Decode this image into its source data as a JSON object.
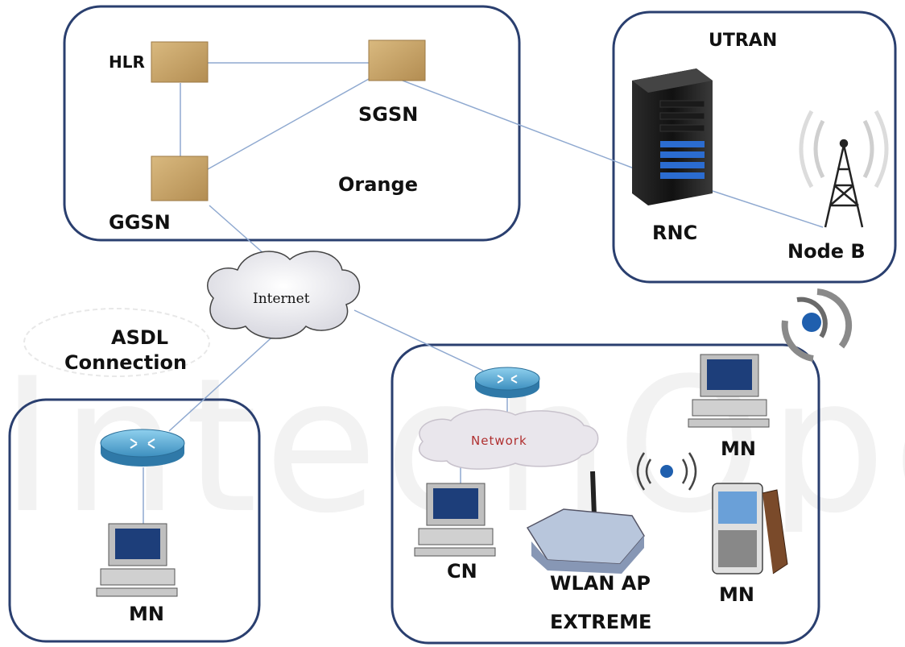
{
  "watermark": "IntechOpen",
  "labels": {
    "hlr": "HLR",
    "sgsn": "SGSN",
    "ggsn": "GGSN",
    "orange": "Orange",
    "utran": "UTRAN",
    "rnc": "RNC",
    "node_b": "Node B",
    "internet": "Internet",
    "asdl": "ASDL",
    "connection": "Connection",
    "network": "Network",
    "mn_left": "MN",
    "mn_right_top": "MN",
    "mn_right_bottom": "MN",
    "cn": "CN",
    "wlan_ap": "WLAN AP",
    "extreme": "EXTREME"
  },
  "colors": {
    "border": "#2a3f6f",
    "box": "#c9a56b",
    "link": "#8fa9d0",
    "router": "#4aa0c8",
    "signal": "#1f5fae"
  }
}
